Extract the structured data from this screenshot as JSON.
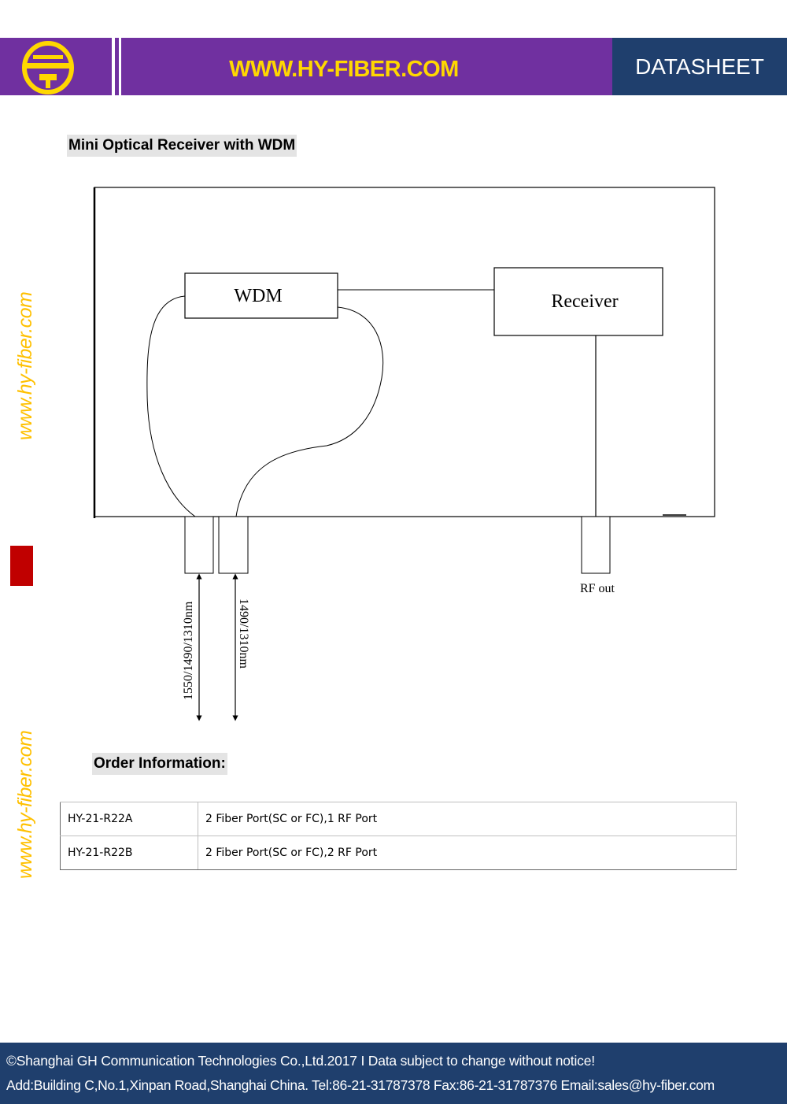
{
  "header": {
    "url": "WWW.HY-FIBER.COM",
    "doc_type": "DATASHEET",
    "colors": {
      "purple": "#7030a0",
      "navy": "#1f3f6d",
      "gold": "#ffd700"
    }
  },
  "watermark": {
    "text": "www.hy-fiber.com",
    "color": "#ffc000"
  },
  "section1": {
    "title": "Mini Optical Receiver with WDM"
  },
  "diagram": {
    "wdm_label": "WDM",
    "receiver_label": "Receiver",
    "rf_out_label": "RF out",
    "port1_wavelengths": "1550/1490/1310nm",
    "port2_wavelengths": "1490/1310nm"
  },
  "section2": {
    "title": "Order Information:"
  },
  "order_table": {
    "rows": [
      {
        "model": "HY-21-R22A",
        "description": "2 Fiber Port(SC or FC),1 RF Port"
      },
      {
        "model": "HY-21-R22B",
        "description": "2 Fiber Port(SC or FC),2 RF Port"
      }
    ]
  },
  "footer": {
    "line1": "©Shanghai GH Communication Technologies Co.,Ltd.2017 I Data subject to change without notice!",
    "line2": "Add:Building C,No.1,Xinpan Road,Shanghai China. Tel:86-21-31787378  Fax:86-21-31787376   Email:sales@hy-fiber.com"
  }
}
